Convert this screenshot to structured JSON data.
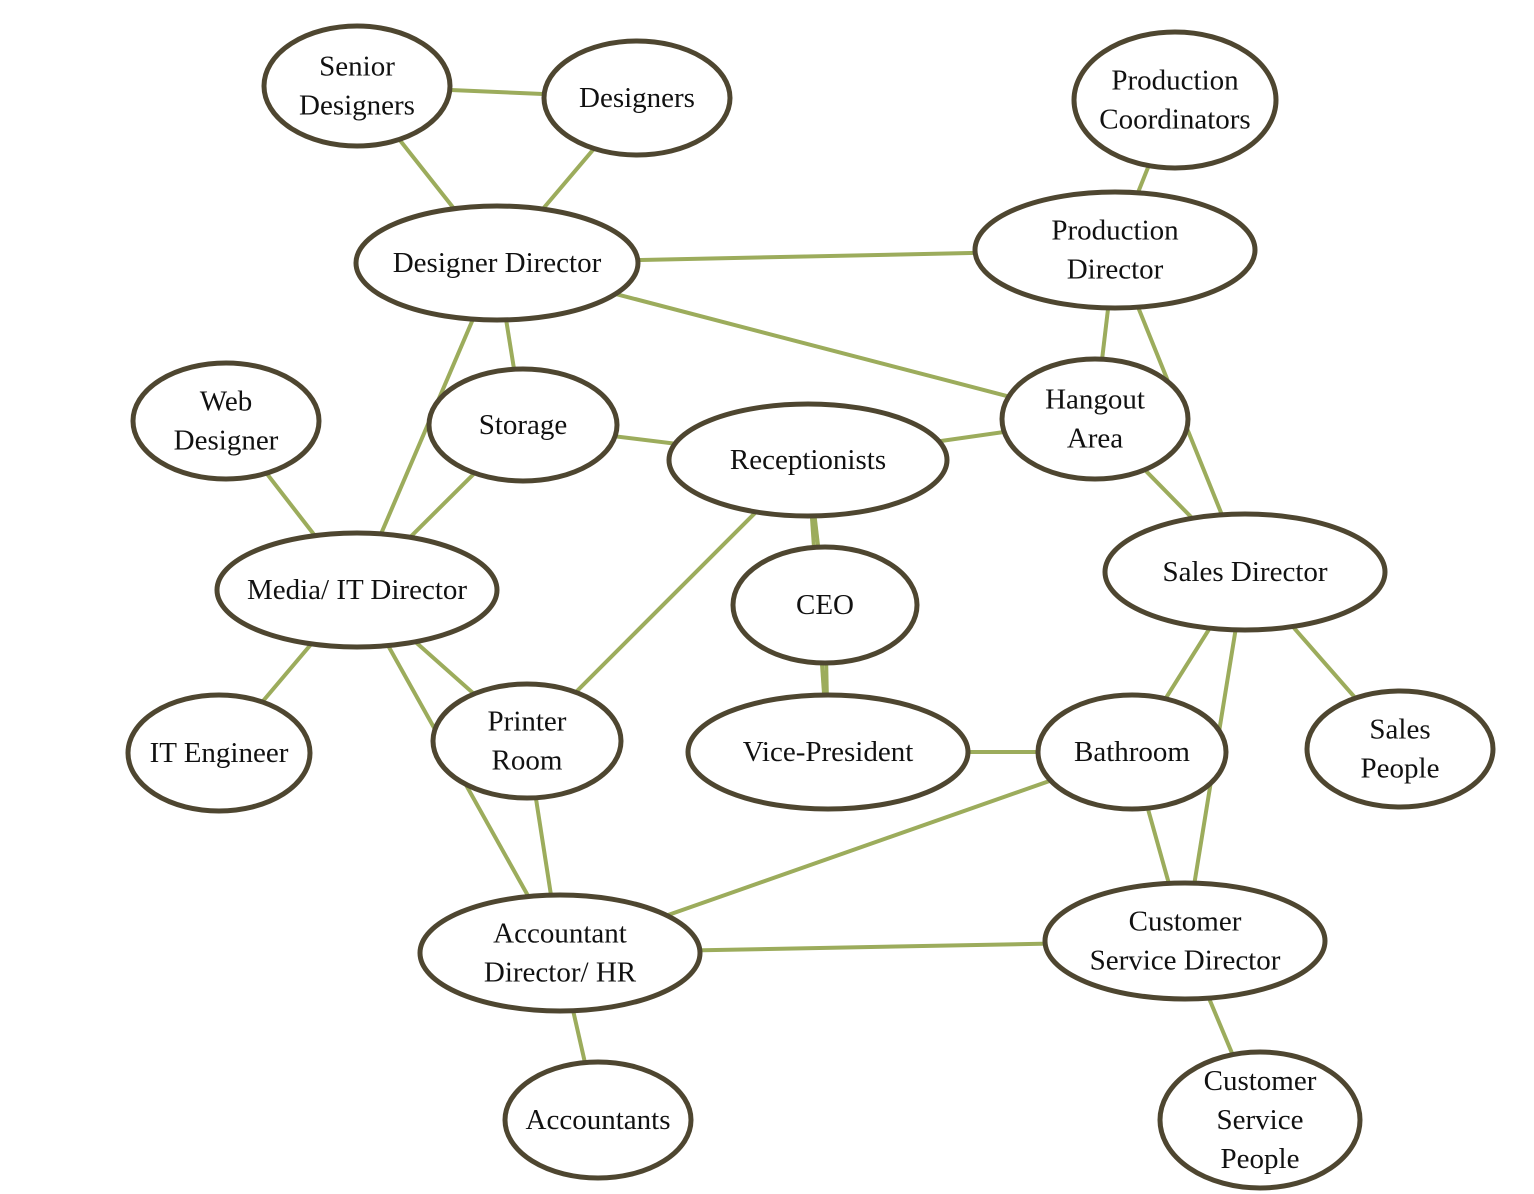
{
  "colors": {
    "edge": "#9cac5c",
    "node_border": "#4e4630",
    "node_fill": "#ffffff",
    "text": "#111111",
    "background": "#ffffff"
  },
  "nodes": [
    {
      "id": "senior-designers",
      "lines": [
        "Senior",
        "Designers"
      ]
    },
    {
      "id": "designers",
      "lines": [
        "Designers"
      ]
    },
    {
      "id": "production-coordinators",
      "lines": [
        "Production",
        "Coordinators"
      ]
    },
    {
      "id": "designer-director",
      "lines": [
        "Designer Director"
      ]
    },
    {
      "id": "production-director",
      "lines": [
        "Production",
        "Director"
      ]
    },
    {
      "id": "web-designer",
      "lines": [
        "Web",
        "Designer"
      ]
    },
    {
      "id": "storage",
      "lines": [
        "Storage"
      ]
    },
    {
      "id": "receptionists",
      "lines": [
        "Receptionists"
      ]
    },
    {
      "id": "hangout-area",
      "lines": [
        "Hangout",
        "Area"
      ]
    },
    {
      "id": "media-it-director",
      "lines": [
        "Media/ IT Director"
      ]
    },
    {
      "id": "ceo",
      "lines": [
        "CEO"
      ]
    },
    {
      "id": "sales-director",
      "lines": [
        "Sales Director"
      ]
    },
    {
      "id": "it-engineer",
      "lines": [
        "IT Engineer"
      ]
    },
    {
      "id": "printer-room",
      "lines": [
        "Printer",
        "Room"
      ]
    },
    {
      "id": "vice-president",
      "lines": [
        "Vice-President"
      ]
    },
    {
      "id": "bathroom",
      "lines": [
        "Bathroom"
      ]
    },
    {
      "id": "sales-people",
      "lines": [
        "Sales",
        "People"
      ]
    },
    {
      "id": "accountant-director-hr",
      "lines": [
        "Accountant",
        "Director/ HR"
      ]
    },
    {
      "id": "customer-service-director",
      "lines": [
        "Customer",
        "Service Director"
      ]
    },
    {
      "id": "accountants",
      "lines": [
        "Accountants"
      ]
    },
    {
      "id": "customer-service-people",
      "lines": [
        "Customer",
        "Service",
        "People"
      ]
    }
  ],
  "edges": [
    {
      "from": "senior-designers",
      "to": "designers"
    },
    {
      "from": "senior-designers",
      "to": "designer-director"
    },
    {
      "from": "designers",
      "to": "designer-director"
    },
    {
      "from": "production-coordinators",
      "to": "production-director"
    },
    {
      "from": "designer-director",
      "to": "production-director"
    },
    {
      "from": "designer-director",
      "to": "hangout-area"
    },
    {
      "from": "designer-director",
      "to": "storage"
    },
    {
      "from": "designer-director",
      "to": "media-it-director"
    },
    {
      "from": "production-director",
      "to": "hangout-area"
    },
    {
      "from": "production-director",
      "to": "sales-director"
    },
    {
      "from": "web-designer",
      "to": "media-it-director"
    },
    {
      "from": "storage",
      "to": "media-it-director"
    },
    {
      "from": "storage",
      "to": "receptionists"
    },
    {
      "from": "receptionists",
      "to": "hangout-area"
    },
    {
      "from": "receptionists",
      "to": "ceo"
    },
    {
      "from": "receptionists",
      "to": "printer-room"
    },
    {
      "from": "receptionists",
      "to": "vice-president"
    },
    {
      "from": "hangout-area",
      "to": "sales-director"
    },
    {
      "from": "media-it-director",
      "to": "it-engineer"
    },
    {
      "from": "media-it-director",
      "to": "printer-room"
    },
    {
      "from": "media-it-director",
      "to": "accountant-director-hr"
    },
    {
      "from": "ceo",
      "to": "vice-president"
    },
    {
      "from": "vice-president",
      "to": "bathroom"
    },
    {
      "from": "sales-director",
      "to": "bathroom"
    },
    {
      "from": "sales-director",
      "to": "sales-people"
    },
    {
      "from": "sales-director",
      "to": "customer-service-director"
    },
    {
      "from": "printer-room",
      "to": "accountant-director-hr"
    },
    {
      "from": "bathroom",
      "to": "accountant-director-hr"
    },
    {
      "from": "bathroom",
      "to": "customer-service-director"
    },
    {
      "from": "accountant-director-hr",
      "to": "customer-service-director"
    },
    {
      "from": "accountant-director-hr",
      "to": "accountants"
    },
    {
      "from": "customer-service-director",
      "to": "customer-service-people"
    }
  ]
}
